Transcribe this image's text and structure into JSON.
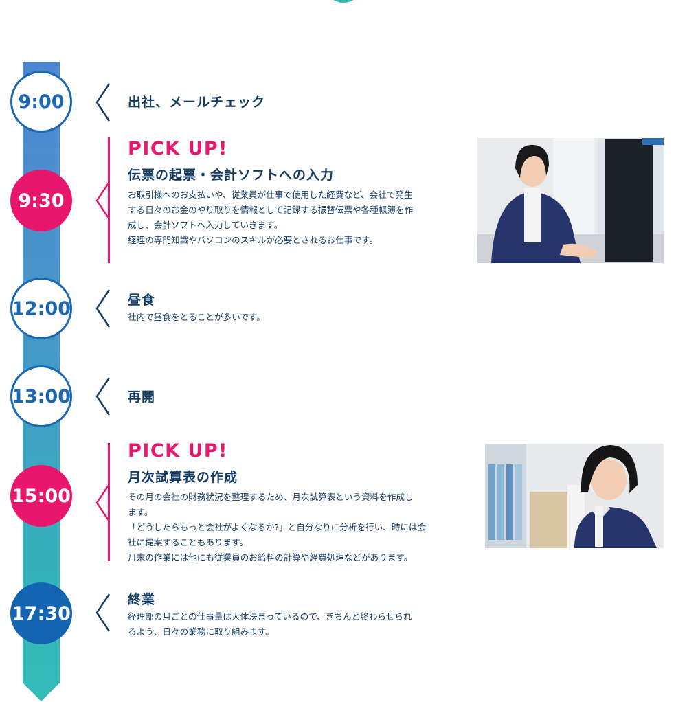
{
  "timeline": [
    {
      "time": "9:00",
      "style": "outline",
      "title": "出社、メールチェック",
      "pickup": "",
      "body": []
    },
    {
      "time": "9:30",
      "style": "pink",
      "pickup": "PICK UP!",
      "title": "伝票の起票・会計ソフトへの入力",
      "body": [
        "お取引様へのお支払いや、従業員が仕事で使用した経費など、会社で発生",
        "する日々のお金のやり取りを情報として記録する振替伝票や各種帳簿を作",
        "成し、会計ソフトへ入力していきます。",
        "経理の専門知識やパソコンのスキルが必要とされるお仕事です。"
      ]
    },
    {
      "time": "12:00",
      "style": "outline",
      "pickup": "",
      "title": "昼食",
      "body": [
        "社内で昼食をとることが多いです。"
      ]
    },
    {
      "time": "13:00",
      "style": "outline",
      "pickup": "",
      "title": "再開",
      "body": []
    },
    {
      "time": "15:00",
      "style": "pink",
      "pickup": "PICK UP!",
      "title": "月次試算表の作成",
      "body": [
        "その月の会社の財務状況を整理するため、月次試算表という資料を作成し",
        "ます。",
        "「どうしたらもっと会社がよくなるか?」と自分なりに分析を行い、時には会",
        "社に提案することもあります。",
        "月末の作業には他にも従業員のお給料の計算や経費処理などがあります。"
      ]
    },
    {
      "time": "17:30",
      "style": "blue",
      "pickup": "",
      "title": "終業",
      "body": [
        "経理部の月ごとの仕事量は大体決まっているので、きちんと終わらせられ",
        "るよう、日々の業務に取り組みます。"
      ]
    }
  ],
  "colors": {
    "navy": "#143d66",
    "pink": "#e8166c",
    "blue": "#1464b4",
    "teal": "#31bab7"
  },
  "icons": {
    "chevron": "chevron-left-icon"
  }
}
